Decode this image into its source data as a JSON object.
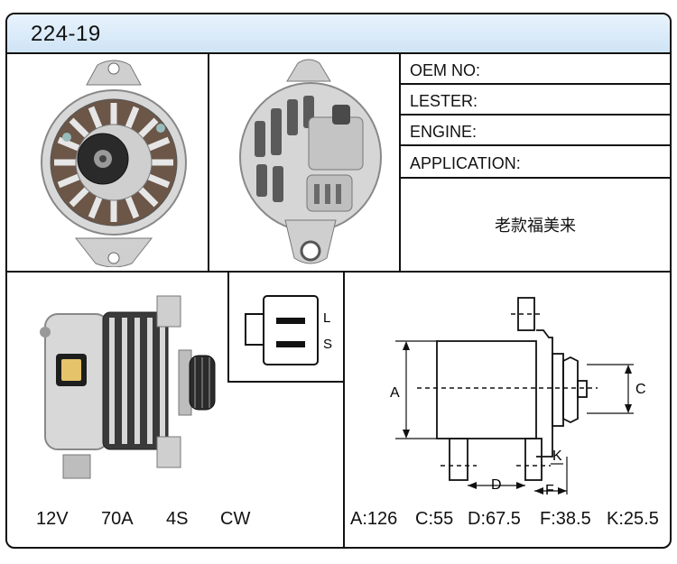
{
  "model": "224-19",
  "fields": {
    "oem_no": "OEM NO:",
    "lester": "LESTER:",
    "engine": "ENGINE:",
    "application": "APPLICATION:"
  },
  "application_note": "老款福美来",
  "connector": {
    "terminal_l": "L",
    "terminal_s": "S"
  },
  "specs": {
    "voltage": "12V",
    "current": "70A",
    "grooves": "4S",
    "rotation": "CW"
  },
  "drawing": {
    "label_a": "A",
    "label_c": "C",
    "label_d": "D",
    "label_f": "F",
    "label_k": "K"
  },
  "dimensions": {
    "a": "A:126",
    "c": "C:55",
    "d": "D:67.5",
    "f": "F:38.5",
    "k": "K:25.5"
  }
}
